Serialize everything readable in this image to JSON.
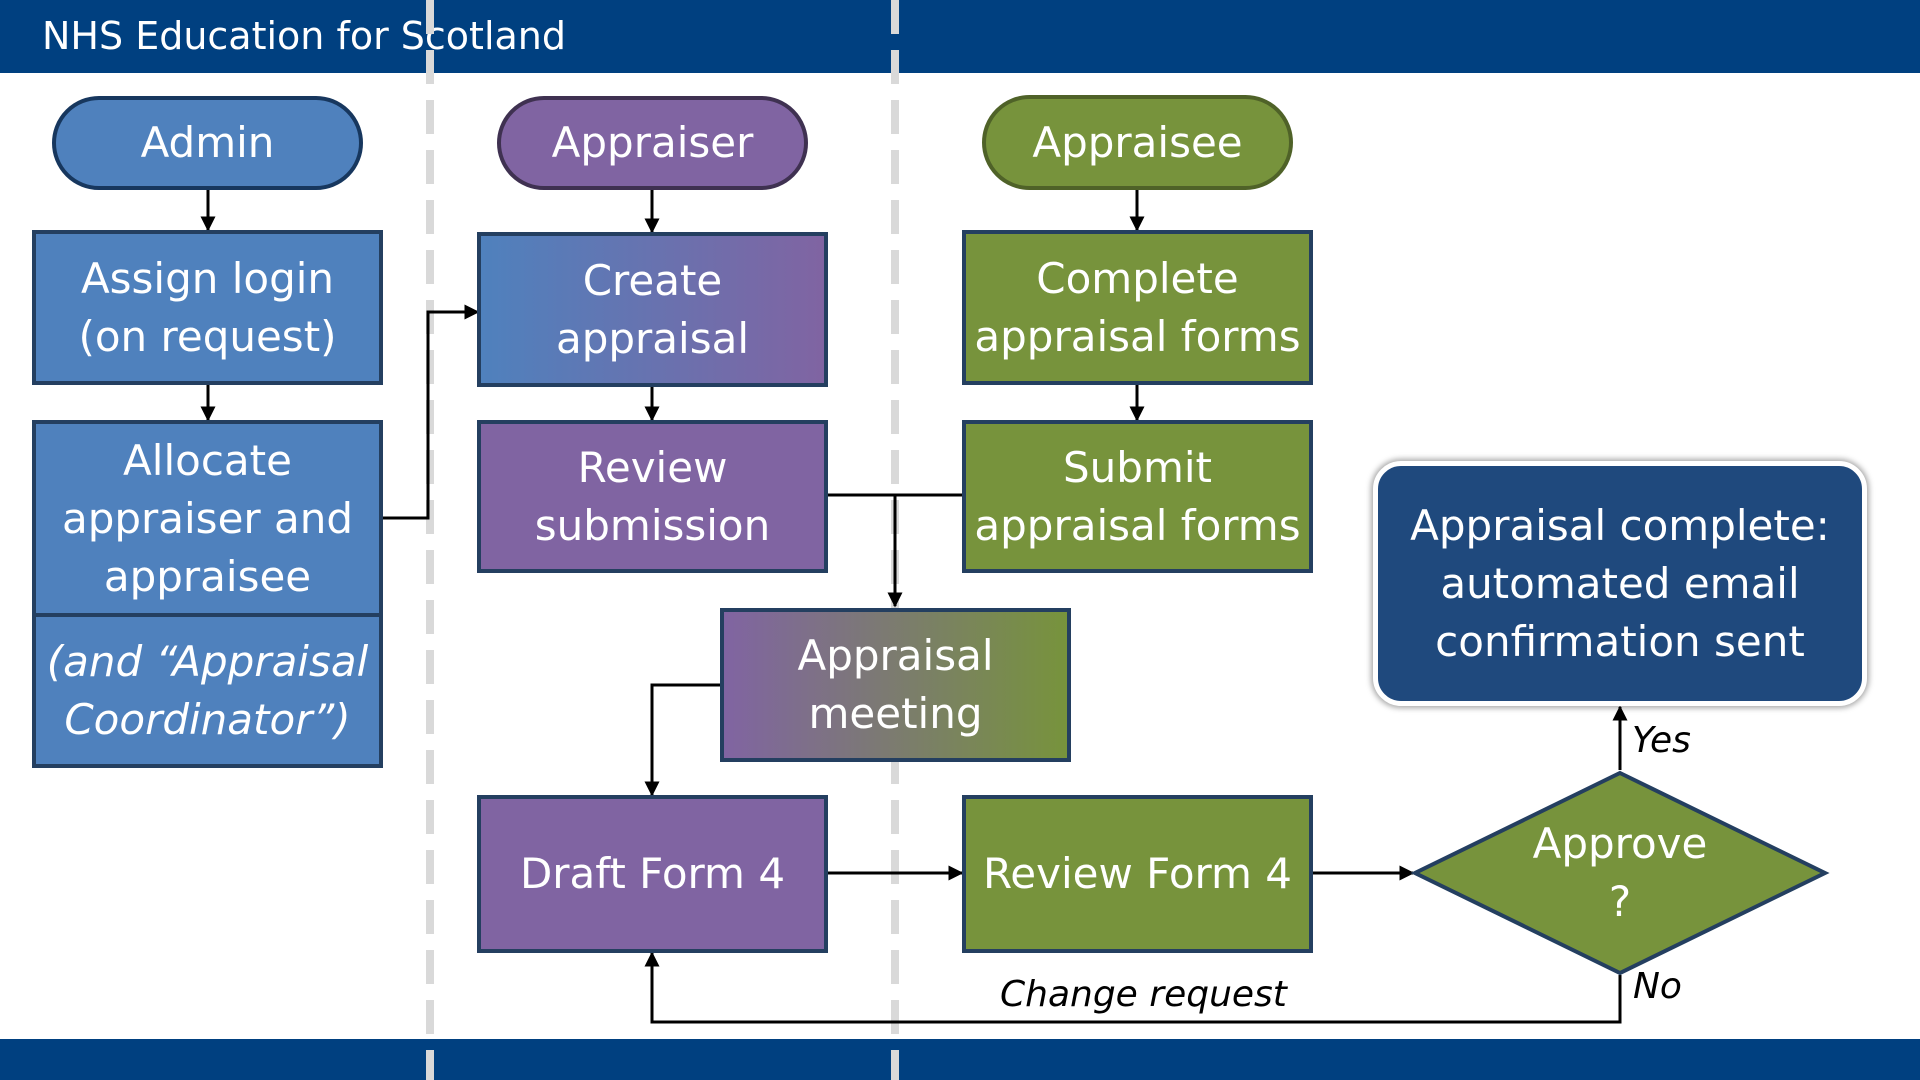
{
  "header": {
    "title": "NHS Education for Scotland"
  },
  "colors": {
    "header_bar": "#004080",
    "admin_blue": "#4f81bd",
    "appraiser_purple": "#8064a2",
    "appraisee_green": "#77933c",
    "complete_navy": "#1f497d",
    "divider_gray": "#d9d9d9"
  },
  "diagram": {
    "lanes": {
      "admin": "Admin",
      "appraiser": "Appraiser",
      "appraisee": "Appraisee"
    },
    "nodes": {
      "assign_login": "Assign login\n(on request)",
      "allocate": "Allocate\nappraiser and\nappraisee",
      "allocate_note": "(and “Appraisal\nCoordinator”)",
      "create_appraisal": "Create\nappraisal",
      "review_submission": "Review\nsubmission",
      "complete_forms": "Complete\nappraisal forms",
      "submit_forms": "Submit\nappraisal forms",
      "appraisal_meeting": "Appraisal\nmeeting",
      "draft_form4": "Draft Form 4",
      "review_form4": "Review Form 4",
      "approve": "Approve\n?",
      "complete": "Appraisal complete:\nautomated email\nconfirmation sent"
    },
    "edge_labels": {
      "yes": "Yes",
      "no": "No",
      "change_request": "Change request"
    }
  }
}
